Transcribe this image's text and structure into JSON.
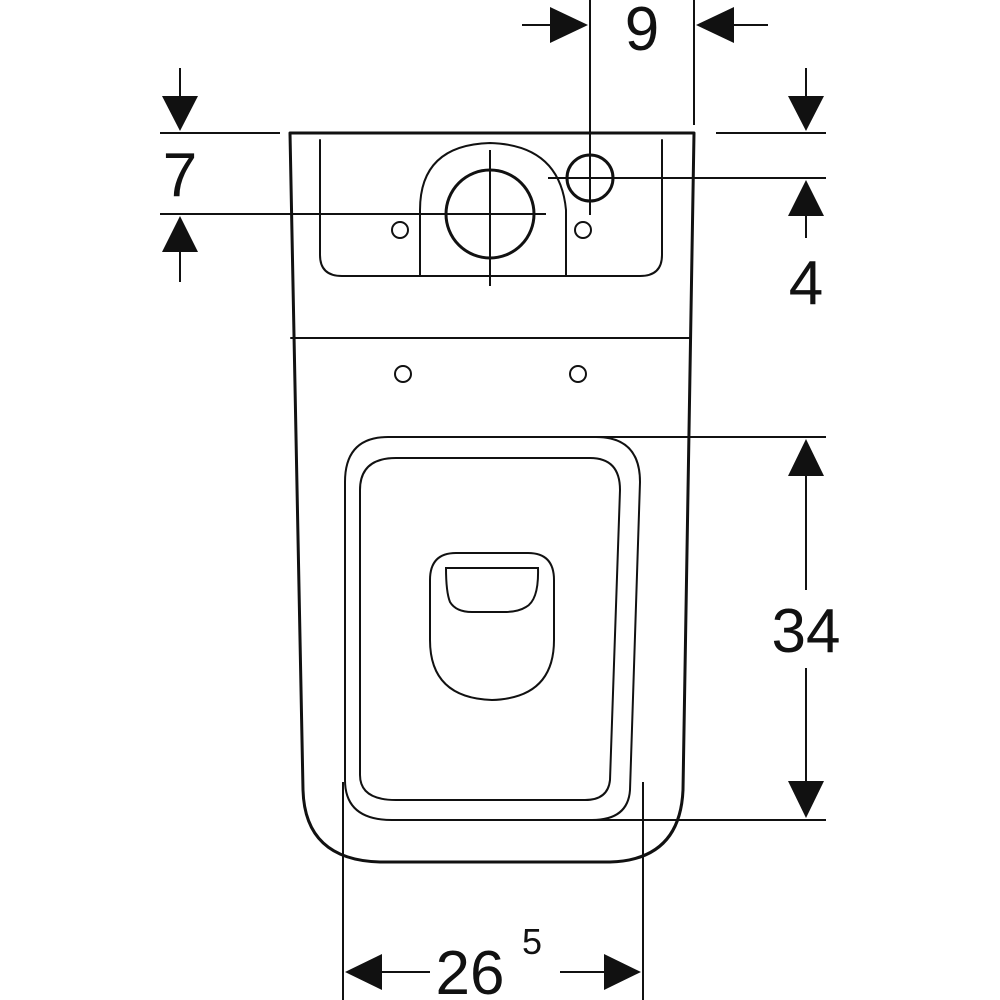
{
  "dimensions": {
    "tank_outlet_offset": "9",
    "top_to_outlet_center": "7",
    "inlet_below_top": "4",
    "seat_depth": "34",
    "rim_width_main": "26",
    "rim_width_sup": "5"
  }
}
